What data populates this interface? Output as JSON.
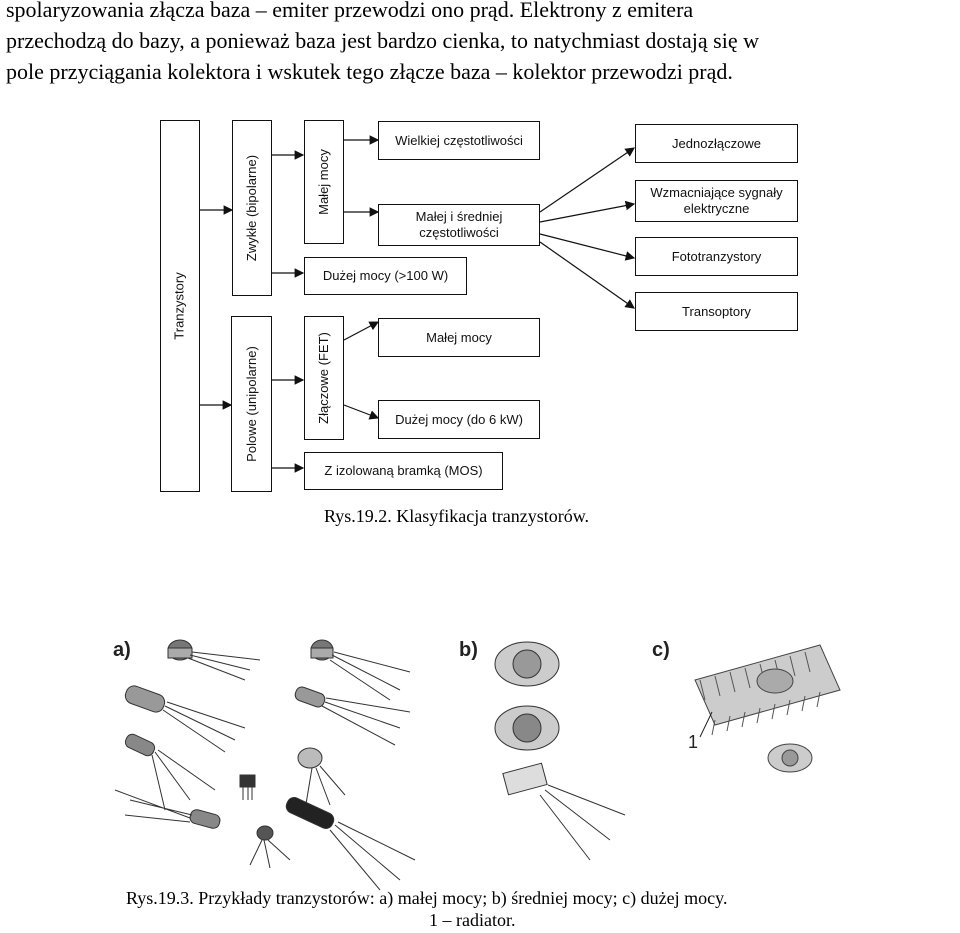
{
  "paragraph": {
    "lines": [
      "spolaryzowania złącza baza – emiter przewodzi ono prąd. Elektrony z emitera",
      "przechodzą do bazy, a ponieważ baza jest bardzo cienka, to natychmiast dostają się w",
      "pole przyciągania kolektora i wskutek tego złącze baza – kolektor przewodzi prąd."
    ]
  },
  "diagram": {
    "root": "Tranzystory",
    "bipolar": "Zwykłe (bipolarne)",
    "unipolar": "Polowe (unipolarne)",
    "low_power": "Małej mocy",
    "high_freq": "Wielkiej częstotliwości",
    "low_mid_freq": "Małej i średniej częstotliwości",
    "high_power_bipolar": "Dużej mocy (>100 W)",
    "fet": "Złączowe (FET)",
    "fet_low": "Małej mocy",
    "fet_high": "Dużej mocy (do 6 kW)",
    "mos": "Z izolowaną bramką (MOS)",
    "single_junction": "Jednozłączowe",
    "amplifying": "Wzmacniające sygnały elektryczne",
    "phototransistors": "Fototranzystory",
    "transoptors": "Transoptory"
  },
  "captions": {
    "fig2": "Rys.19.2. Klasyfikacja tranzystorów.",
    "fig3_line1": "Rys.19.3. Przykłady tranzystorów: a) małej mocy; b) średniej mocy; c) dużej mocy.",
    "fig3_line2": "1 – radiator."
  },
  "photos": {
    "label_a": "a)",
    "label_b": "b)",
    "label_c": "c)",
    "label_1": "1"
  }
}
